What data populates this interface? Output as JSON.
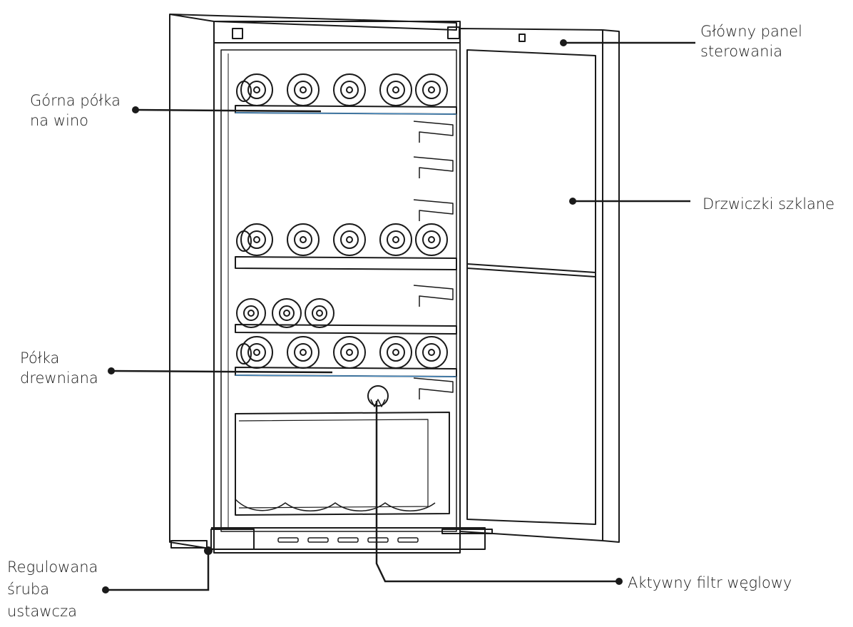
{
  "labels": {
    "top_shelf": [
      "Górna półka",
      "na wino"
    ],
    "wood_shelf": [
      "Półka",
      "drewniana"
    ],
    "screw": [
      "Regulowana",
      "śruba",
      "ustawcza"
    ],
    "control_panel": [
      "Główny panel",
      "sterowania"
    ],
    "glass_door": "Drzwiczki szklane",
    "carbon_filter": "Aktywny filtr węglowy"
  },
  "colors": {
    "line": "#1a1a1a",
    "shelf_accent": "#4a90c8",
    "background": "#ffffff"
  },
  "icons": [
    "wine-bottle-icon",
    "carbon-filter-icon",
    "leveling-foot-icon"
  ]
}
